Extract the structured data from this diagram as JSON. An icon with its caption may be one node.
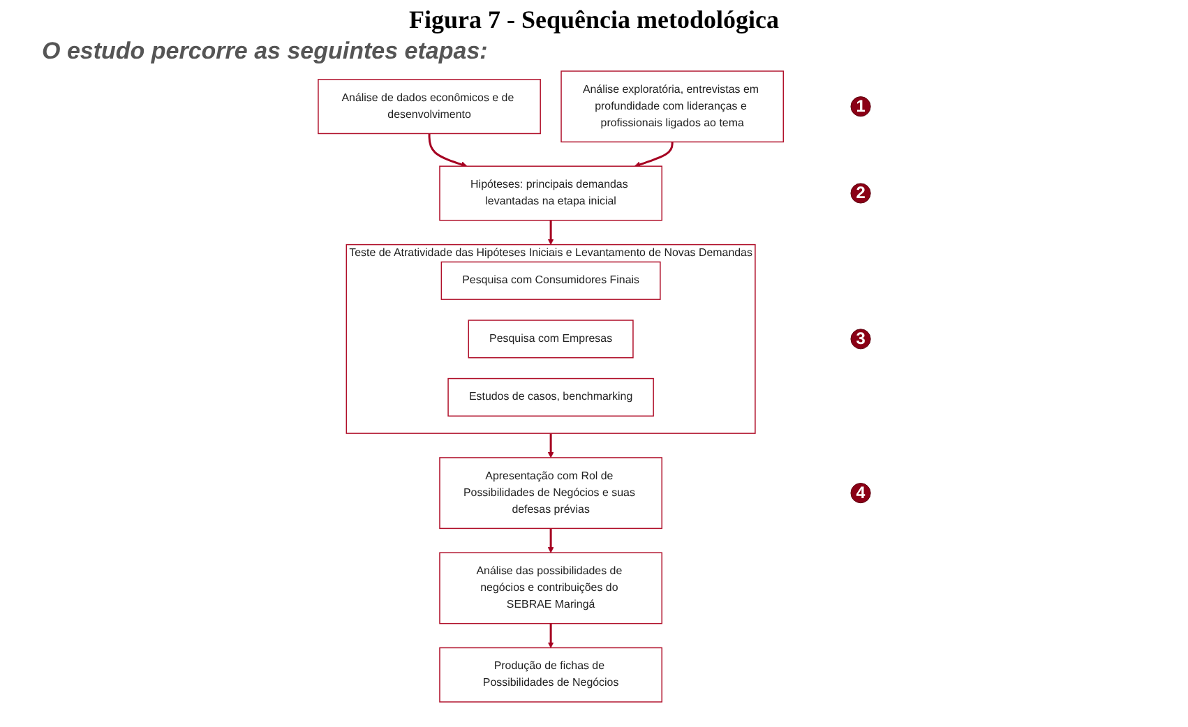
{
  "diagram": {
    "title": "Figura 7 - Sequência metodológica",
    "nodes": [
      {
        "text": [
          "1"
        ]
      },
      {
        "text": [
          "Análise de dados econômicos e de desenvolvimento"
        ]
      },
      {
        "text": [
          "Hipóteses: principais demandas levantadas na etapa inicial"
        ]
      },
      {
        "text": [
          "Análise exploratória, entrevistas em profundidade com lideranças e profissionais ligados ao tema"
        ]
      },
      {
        "text": [
          "2"
        ]
      },
      {
        "text": [
          "Teste de Atratividade das Hipóteses Iniciais e Levantamento de Novas Demandas"
        ]
      },
      {
        "text": [
          "Pesquisa com Consumidores Finais"
        ],
        "in": 5
      },
      {
        "text": [
          "Pesquisa com Empresas"
        ],
        "in": 5
      },
      {
        "text": [
          "Estudos de casos, benchmarking"
        ],
        "in": 5
      },
      {
        "text": [
          "3"
        ]
      },
      {
        "text": [
          "Apresentação com Rol de Possibilidades de Negócios e suas defesas prévias"
        ]
      },
      {
        "text": [
          "Análise das possibilidades de negócios e contribuições do SEBRAE Maringá"
        ]
      },
      {
        "text": [
          "4"
        ]
      },
      {
        "text": [
          "Produção de fichas de Possibilidades de Negócios"
        ]
      }
    ],
    "edges": [
      {
        "from": 1,
        "to": 2,
        "arrow": "to"
      },
      {
        "from": 3,
        "to": 2,
        "arrow": "to"
      },
      {
        "from": 2,
        "to": 5,
        "arrow": "to"
      },
      {
        "from": 5,
        "to": 10,
        "arrow": "to"
      },
      {
        "from": 10,
        "to": 11,
        "arrow": "to"
      },
      {
        "from": 11,
        "to": 13,
        "arrow": "to"
      }
    ],
    "labels": [
      "O estudo percorre as seguintes etapas:"
    ]
  }
}
